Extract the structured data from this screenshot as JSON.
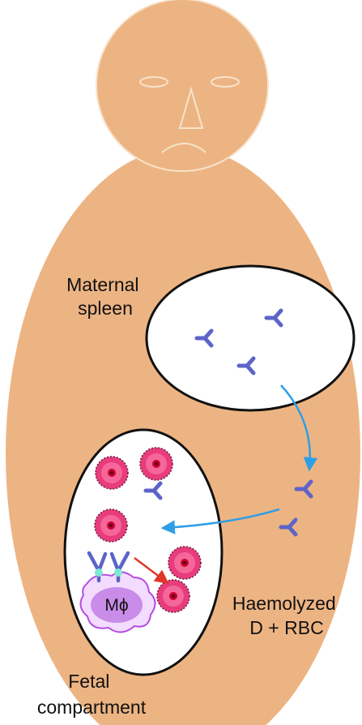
{
  "labels": {
    "maternal_spleen": [
      "Maternal",
      "spleen"
    ],
    "macrophage": "Mϕ",
    "haemolyzed": [
      "Haemolyzed",
      "D + RBC"
    ],
    "fetal_compartment": [
      "Fetal",
      "compartment"
    ]
  },
  "colors": {
    "body": "#edb483",
    "outline": "#f7e3cc",
    "antibody": "#5d64c8",
    "transport_arrow": "#2e9ee6",
    "haemolysis_arrow": "#e0352a",
    "rbc": "#e83c7c",
    "rbc_core": "#c8002e",
    "macrophage": "#c98ce8",
    "receptor_dot": "#7fe7d4"
  }
}
